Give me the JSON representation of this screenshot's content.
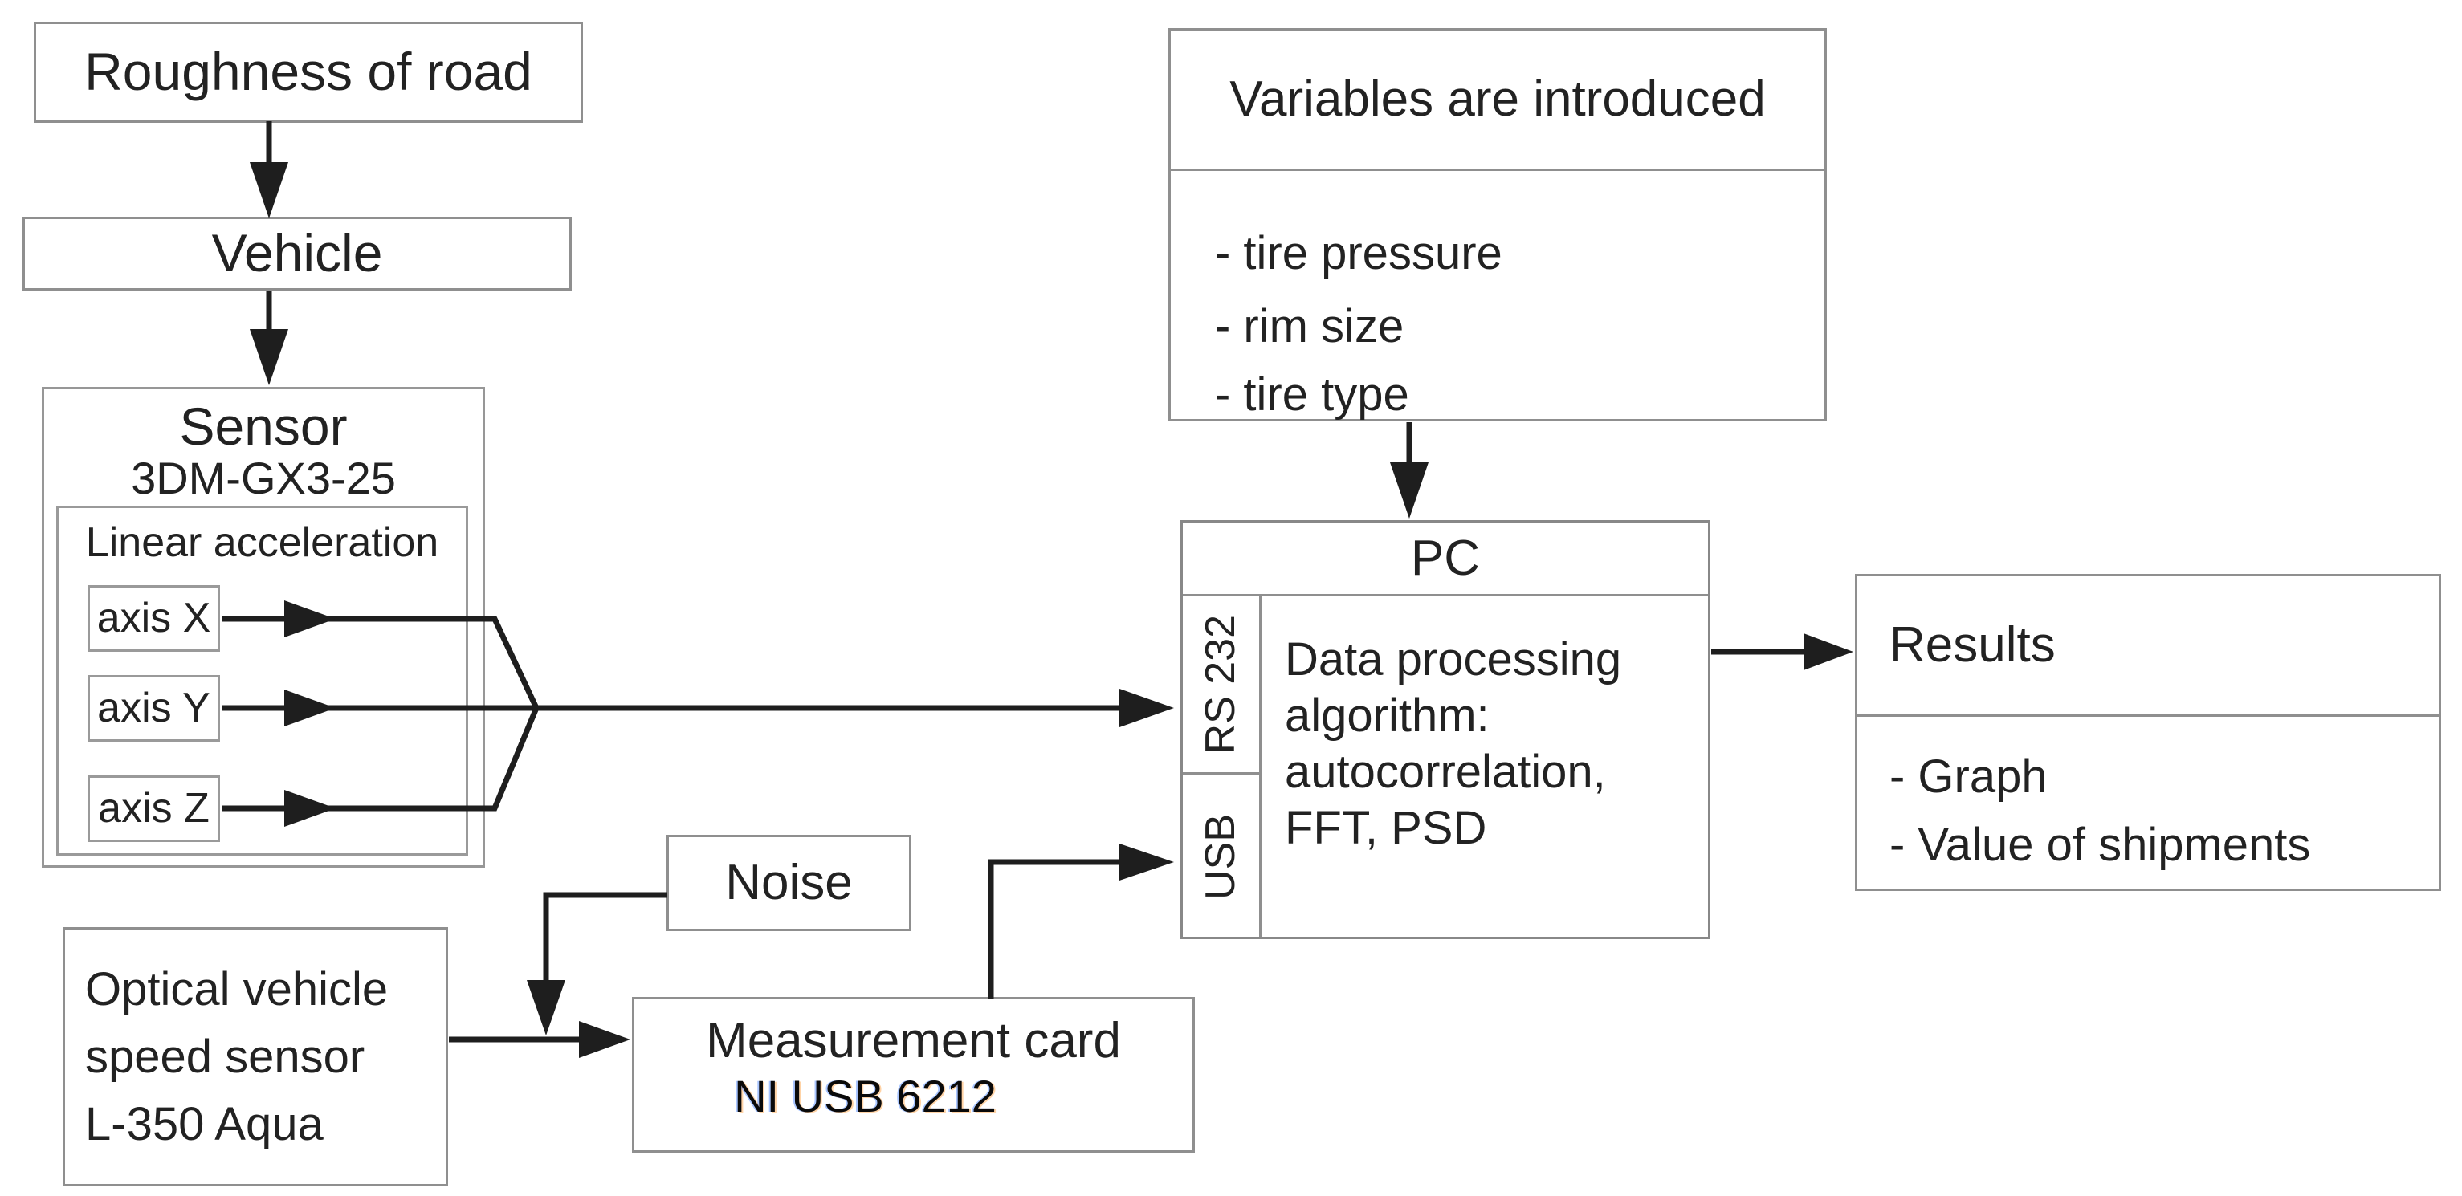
{
  "colors": {
    "background": "#ffffff",
    "box_border": "#8f8f8f",
    "arrow_line": "#1e1e1e",
    "text": "#222222"
  },
  "nodes": {
    "roughness": {
      "label": "Roughness of road"
    },
    "vehicle": {
      "label": "Vehicle"
    },
    "sensor": {
      "title": "Sensor",
      "model": "3DM-GX3-25",
      "group": "Linear acceleration",
      "axes": [
        "axis X",
        "axis Y",
        "axis Z"
      ]
    },
    "variables": {
      "title": "Variables are introduced",
      "items": [
        "- tire pressure",
        "- rim size",
        "- tire type"
      ]
    },
    "pc": {
      "title": "PC",
      "port_rs232": "RS 232",
      "port_usb": "USB",
      "body": "Data processing algorithm: autocorrelation, FFT, PSD"
    },
    "results": {
      "title": "Results",
      "items": [
        "- Graph",
        "- Value of shipments"
      ]
    },
    "noise": {
      "label": "Noise"
    },
    "optical_sensor": {
      "lines": [
        "Optical vehicle",
        "speed sensor",
        "L-350 Aqua"
      ]
    },
    "measurement_card": {
      "title": "Measurement card",
      "model": "NI USB 6212"
    }
  },
  "edges": [
    {
      "from": "roughness",
      "to": "vehicle"
    },
    {
      "from": "vehicle",
      "to": "sensor"
    },
    {
      "from": "sensor.axis-x",
      "to": "pc.rs232"
    },
    {
      "from": "sensor.axis-y",
      "to": "pc.rs232"
    },
    {
      "from": "sensor.axis-z",
      "to": "pc.rs232"
    },
    {
      "from": "variables",
      "to": "pc"
    },
    {
      "from": "pc",
      "to": "results"
    },
    {
      "from": "optical_sensor",
      "to": "measurement_card"
    },
    {
      "from": "noise",
      "to": "optical_sensor-measurement_card-line"
    },
    {
      "from": "measurement_card",
      "to": "pc.usb"
    }
  ]
}
